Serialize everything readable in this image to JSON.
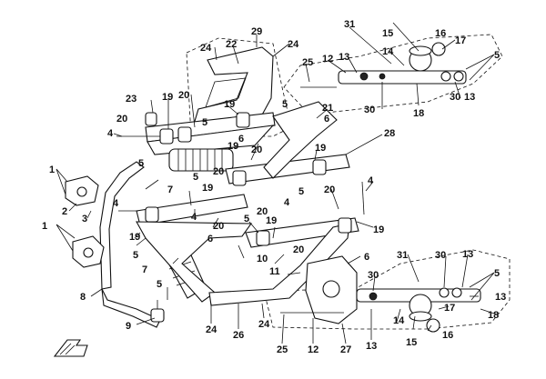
{
  "diagram": {
    "callouts": [
      {
        "id": "c1",
        "text": "1"
      },
      {
        "id": "c2",
        "text": "2"
      },
      {
        "id": "c3",
        "text": "3"
      },
      {
        "id": "c4",
        "text": "4"
      },
      {
        "id": "c5",
        "text": "5"
      },
      {
        "id": "c6",
        "text": "6"
      },
      {
        "id": "c7",
        "text": "7"
      },
      {
        "id": "c8",
        "text": "8"
      },
      {
        "id": "c9",
        "text": "9"
      },
      {
        "id": "c10",
        "text": "10"
      },
      {
        "id": "c11",
        "text": "11"
      },
      {
        "id": "c12",
        "text": "12"
      },
      {
        "id": "c13",
        "text": "13"
      },
      {
        "id": "c14",
        "text": "14"
      },
      {
        "id": "c15",
        "text": "15"
      },
      {
        "id": "c16",
        "text": "16"
      },
      {
        "id": "c17",
        "text": "17"
      },
      {
        "id": "c18",
        "text": "18"
      },
      {
        "id": "c19",
        "text": "19"
      },
      {
        "id": "c20",
        "text": "20"
      },
      {
        "id": "c21",
        "text": "21"
      },
      {
        "id": "c22",
        "text": "22"
      },
      {
        "id": "c23",
        "text": "23"
      },
      {
        "id": "c24",
        "text": "24"
      },
      {
        "id": "c25",
        "text": "25"
      },
      {
        "id": "c26",
        "text": "26"
      },
      {
        "id": "c27",
        "text": "27"
      },
      {
        "id": "c28",
        "text": "28"
      },
      {
        "id": "c29",
        "text": "29"
      },
      {
        "id": "c30",
        "text": "30"
      },
      {
        "id": "c31",
        "text": "31"
      }
    ],
    "colors": {
      "ink": "#111111",
      "paper": "#ffffff"
    },
    "icons": [
      "direction-arrow-icon"
    ]
  }
}
